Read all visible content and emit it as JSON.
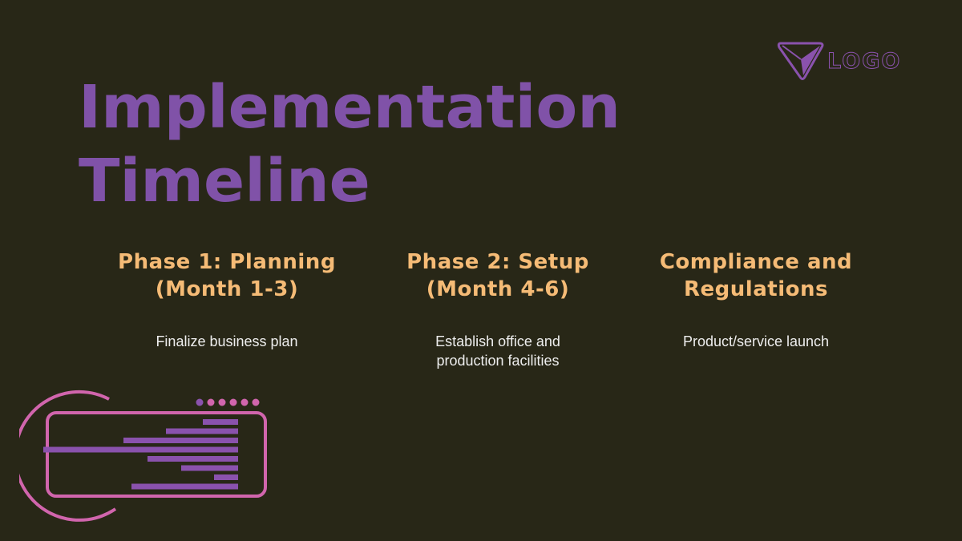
{
  "slide": {
    "title_line1": "Implementation",
    "title_line2": "Timeline",
    "logo_text": "LOGO",
    "colors": {
      "background": "#282717",
      "title": "#8052a8",
      "heading": "#f5bb76",
      "body_text": "#eeeeee",
      "accent_pink": "#d165ad",
      "accent_purple": "#8a52ad"
    },
    "columns": [
      {
        "heading_line1": "Phase 1: Planning",
        "heading_line2": "(Month 1-3)",
        "description_line1": "Finalize business plan",
        "description_line2": ""
      },
      {
        "heading_line1": "Phase 2: Setup",
        "heading_line2": "(Month 4-6)",
        "description_line1": "Establish office and",
        "description_line2": "production facilities"
      },
      {
        "heading_line1": "Compliance and",
        "heading_line2": "Regulations",
        "description_line1": "Product/service launch",
        "description_line2": ""
      }
    ],
    "illustration": {
      "icon": "window-with-bars-icon",
      "dots": 6
    }
  }
}
